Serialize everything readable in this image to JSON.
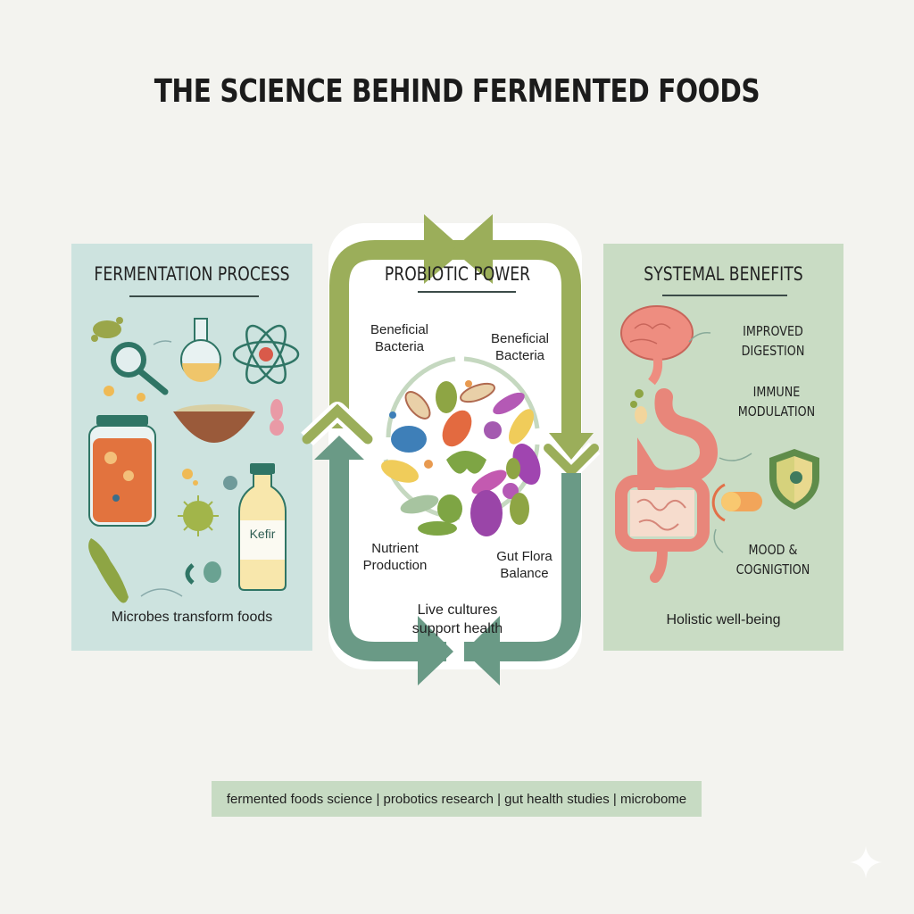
{
  "title": "THE SCIENCE BEHIND FERMENTED FOODS",
  "left_panel": {
    "title": "FERMENTATION PROCESS",
    "jar_label": "Kefir",
    "caption": "Microbes transform foods",
    "icons": [
      "bacteria-icon",
      "magnifier-icon",
      "flask-icon",
      "atom-icon",
      "bowl-icon",
      "kimchi-jar-icon",
      "virus-icon",
      "kefir-bottle-icon"
    ]
  },
  "center_panel": {
    "title": "PROBIOTIC POWER",
    "labels": {
      "top_left": [
        "Beneficial",
        "Bacteria"
      ],
      "top_right": [
        "Beneficial",
        "Bacteria"
      ],
      "bottom_left": [
        "Nutrient",
        "Production"
      ],
      "bottom_right": [
        "Gut Flora",
        "Balance"
      ]
    },
    "caption": [
      "Live cultures",
      "support health"
    ],
    "colors": {
      "arrow_top": "#9bae5a",
      "arrow_bottom": "#6a9a86",
      "cycle": "#c5d8c0"
    }
  },
  "right_panel": {
    "title": "SYSTEMAL BENEFITS",
    "benefits": [
      [
        "IMPROVED",
        "DIGESTION"
      ],
      [
        "IMMUNE",
        "MODULATION"
      ],
      [
        "MOOD &",
        "COGNIGTION"
      ]
    ],
    "caption": "Holistic well-being",
    "icons": [
      "brain-icon",
      "stomach-icon",
      "intestine-icon",
      "capsule-icon",
      "shield-icon"
    ]
  },
  "footer_tags": "fermented foods science | probotics research | gut health studies |  microbome"
}
